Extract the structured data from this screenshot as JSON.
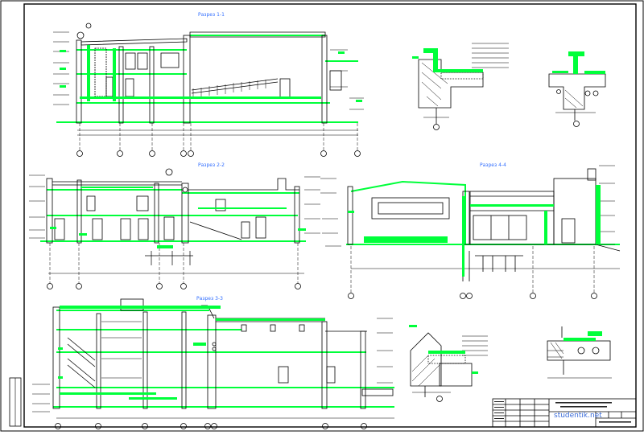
{
  "sections": {
    "s11": "Разрез 1-1",
    "s22": "Разрез 2-2",
    "s33": "Разрез 3-3",
    "s44": "Разрез 4-4"
  },
  "watermark": "studentik.net",
  "colors": {
    "background": "#ffffff",
    "drafting": "#00ff3a",
    "frame": "#000000",
    "title_text": "#2f6cff"
  }
}
